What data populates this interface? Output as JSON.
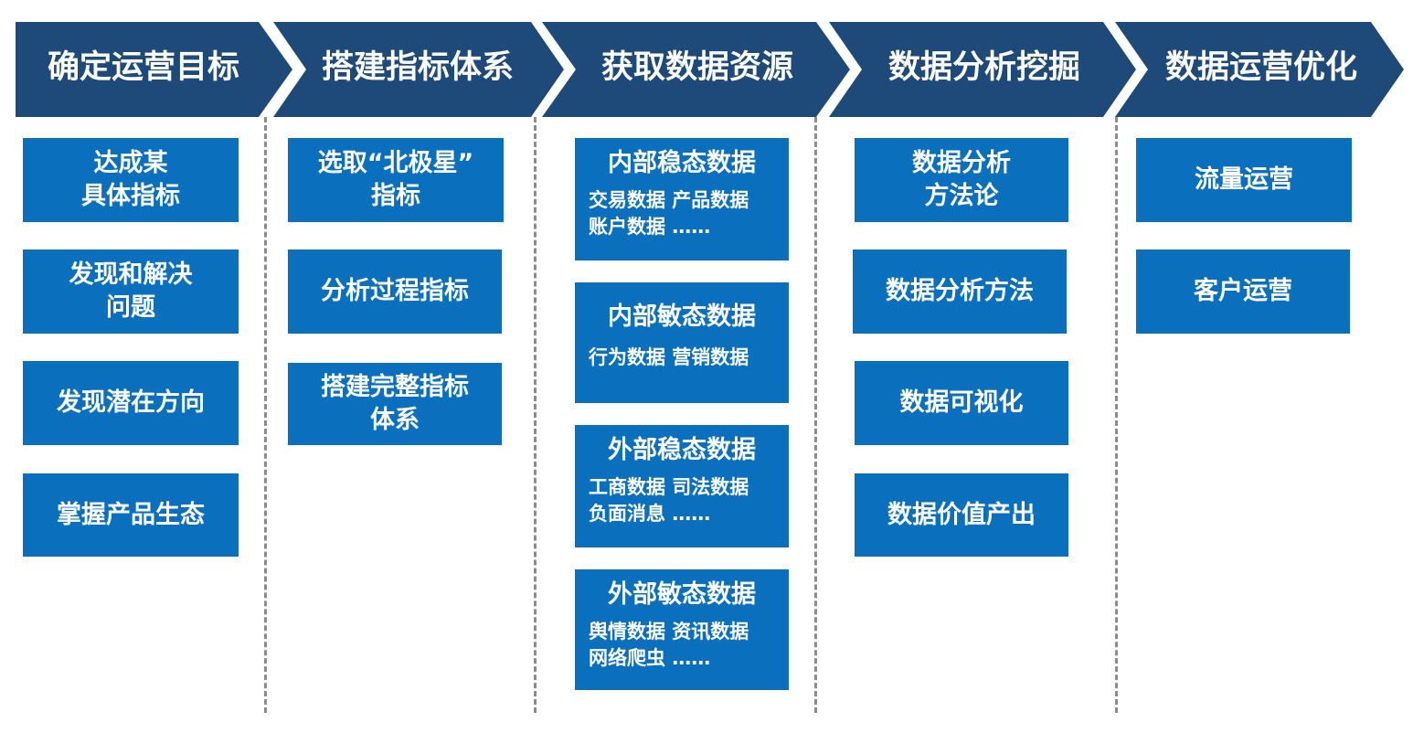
{
  "steps": [
    {
      "title": "确定运营目标",
      "items": [
        "达成某\n具体指标",
        "发现和解决\n问题",
        "发现潜在方向",
        "掌握产品生态"
      ]
    },
    {
      "title": "搭建指标体系",
      "items": [
        "选取“北极星”\n指标",
        "分析过程指标",
        "搭建完整指标\n体系"
      ]
    },
    {
      "title": "获取数据资源",
      "sources": [
        {
          "title": "内部稳态数据",
          "detail": "交易数据 产品数据\n账户数据 ……"
        },
        {
          "title": "内部敏态数据",
          "detail": "行为数据 营销数据"
        },
        {
          "title": "外部稳态数据",
          "detail": "工商数据 司法数据\n负面消息 ……"
        },
        {
          "title": "外部敏态数据",
          "detail": "舆情数据 资讯数据\n网络爬虫 ……"
        }
      ]
    },
    {
      "title": "数据分析挖掘",
      "items": [
        "数据分析\n方法论",
        "数据分析方法",
        "数据可视化",
        "数据价值产出"
      ]
    },
    {
      "title": "数据运营优化",
      "items": [
        "流量运营",
        "客户运营"
      ]
    }
  ],
  "colors": {
    "header": "#1e4a7a",
    "box": "#0a6fbc",
    "text": "#ffffff",
    "divider": "#8c8c8c"
  }
}
